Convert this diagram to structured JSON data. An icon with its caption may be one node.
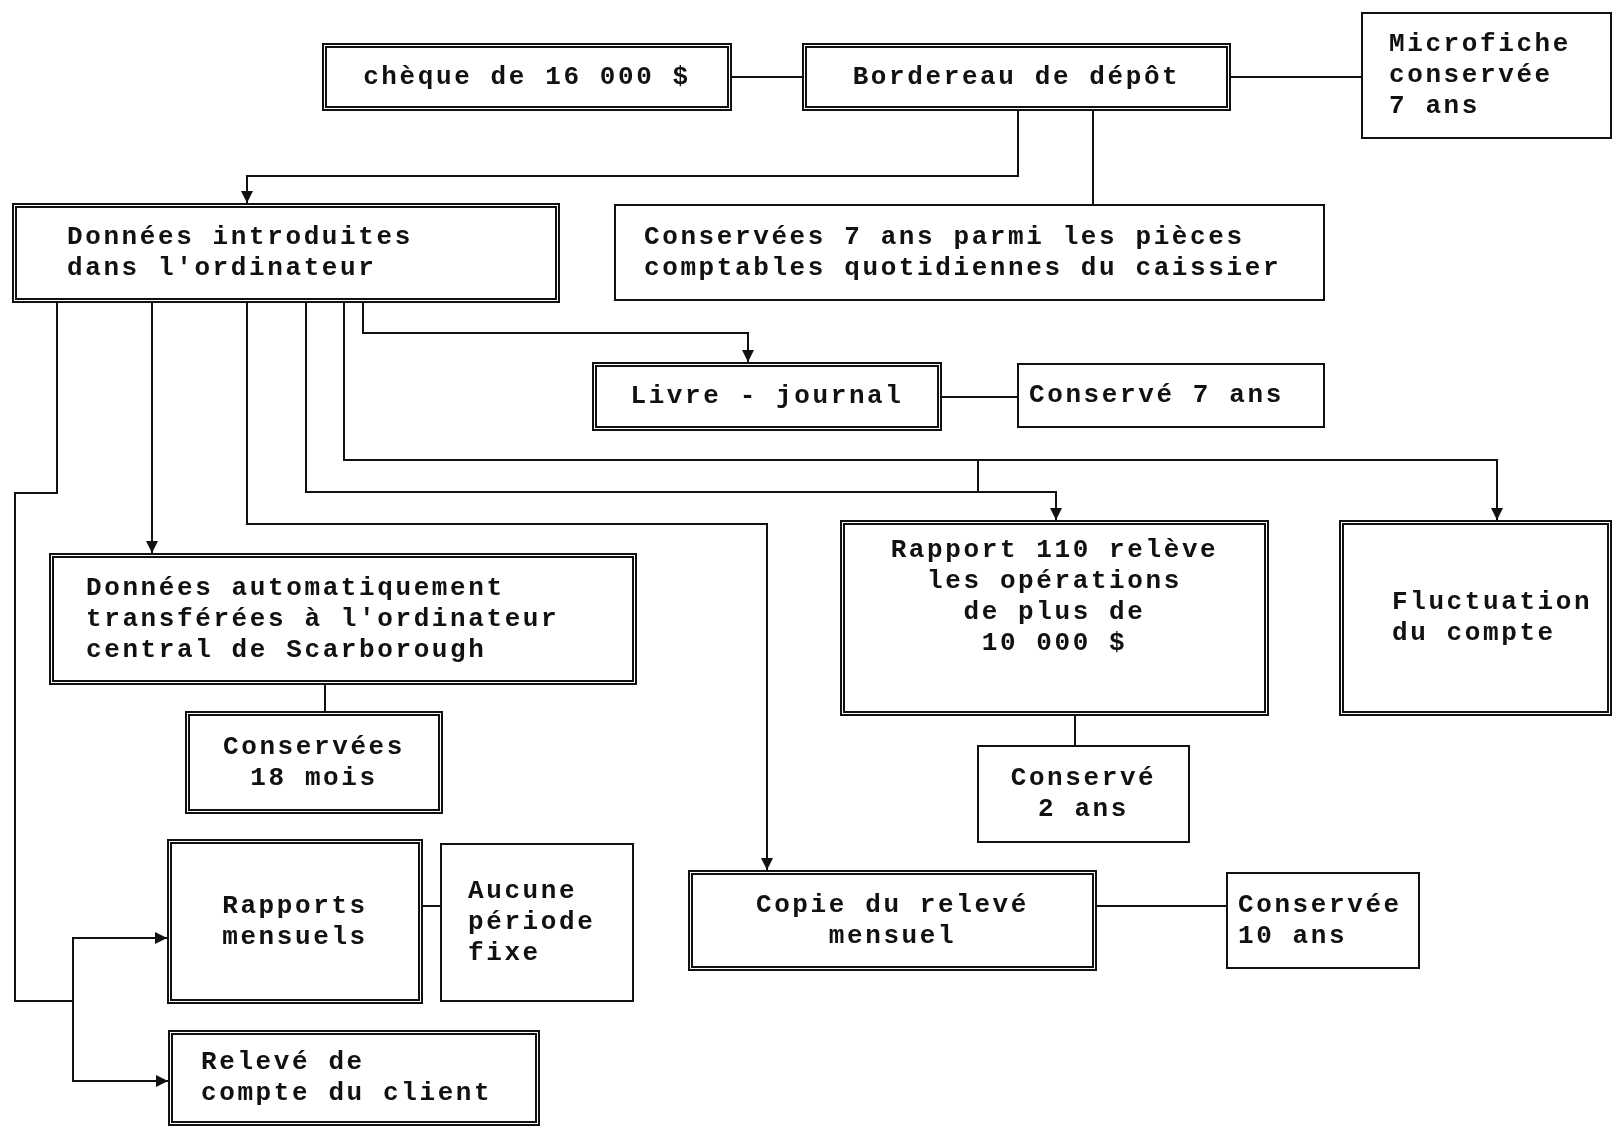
{
  "diagram": {
    "nodes": [
      {
        "text": [
          "chèque de 16 000 $"
        ]
      },
      {
        "text": [
          "Bordereau de dépôt"
        ]
      },
      {
        "text": [
          "Microfiche conservée 7 ans"
        ]
      },
      {
        "text": [
          "Données introduites dans l'ordinateur"
        ]
      },
      {
        "text": [
          "Conservées 7 ans parmi les pièces comptables quotidiennes du caissier"
        ]
      },
      {
        "text": [
          "Livre - journal"
        ]
      },
      {
        "text": [
          "Conservé 7 ans"
        ]
      },
      {
        "text": [
          "Données automatiquement transférées à l'ordinateur central de Scarborough"
        ]
      },
      {
        "text": [
          "Rapport 110 relève les opérations de plus de 10 000 $"
        ]
      },
      {
        "text": [
          "Fluctuation du compte"
        ]
      },
      {
        "text": [
          "Conservées 18 mois"
        ]
      },
      {
        "text": [
          "Conservé 2 ans"
        ]
      },
      {
        "text": [
          "Rapports mensuels"
        ]
      },
      {
        "text": [
          "Aucune période fixe"
        ]
      },
      {
        "text": [
          "Copie du relevé mensuel"
        ]
      },
      {
        "text": [
          "Conservée 10 ans"
        ]
      },
      {
        "text": [
          "Relevé de compte du client"
        ]
      }
    ],
    "edges": [
      {
        "from": 0,
        "to": 1,
        "arrow": "none"
      },
      {
        "from": 1,
        "to": 2,
        "arrow": "none"
      },
      {
        "from": 1,
        "to": 3,
        "arrow": "to"
      },
      {
        "from": 1,
        "to": 4,
        "arrow": "none"
      },
      {
        "from": 3,
        "to": 5,
        "arrow": "to"
      },
      {
        "from": 5,
        "to": 6,
        "arrow": "none"
      },
      {
        "from": 3,
        "to": 7,
        "arrow": "to"
      },
      {
        "from": 3,
        "to": 16,
        "arrow": "to"
      },
      {
        "from": 3,
        "to": 12,
        "arrow": "to"
      },
      {
        "from": 3,
        "to": 14,
        "arrow": "to"
      },
      {
        "from": 3,
        "to": 8,
        "arrow": "to"
      },
      {
        "from": 3,
        "to": 9,
        "arrow": "to"
      },
      {
        "from": 7,
        "to": 10,
        "arrow": "none"
      },
      {
        "from": 8,
        "to": 11,
        "arrow": "none"
      },
      {
        "from": 12,
        "to": 13,
        "arrow": "none"
      },
      {
        "from": 14,
        "to": 15,
        "arrow": "none"
      }
    ]
  }
}
